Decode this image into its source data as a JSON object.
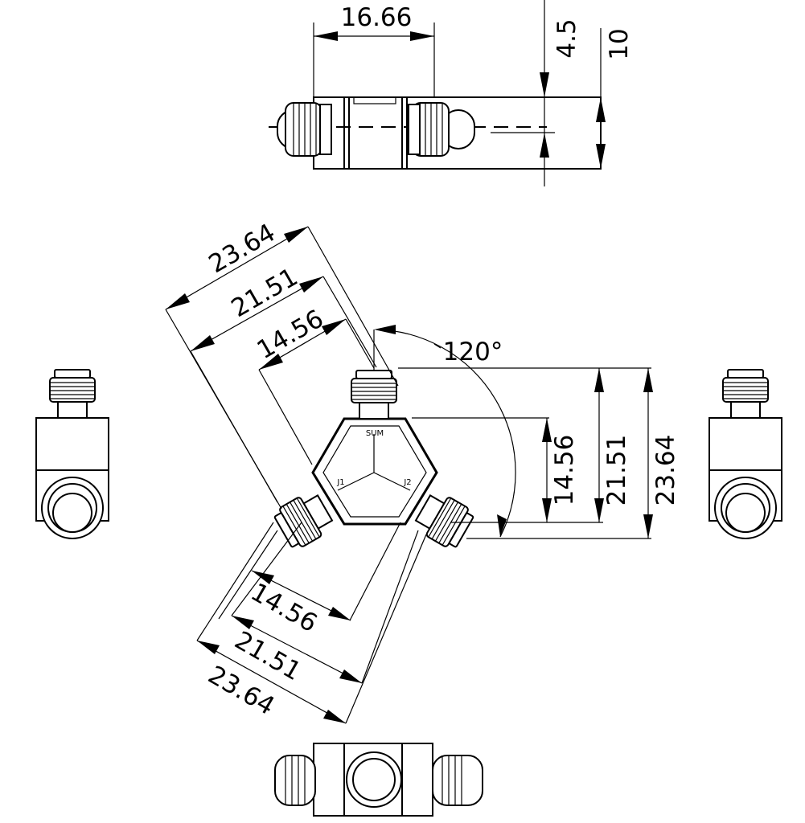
{
  "top_view": {
    "dim_width": "16.66",
    "dim_offset": "4.5",
    "dim_height": "10"
  },
  "main_view": {
    "radial_outer": "23.64",
    "radial_mid": "21.51",
    "radial_inner": "14.56",
    "angle": "120°",
    "right_inner": "14.56",
    "right_mid": "21.51",
    "right_outer": "23.64",
    "bottom_inner": "14.56",
    "bottom_mid": "21.51",
    "bottom_outer": "23.64",
    "port_sum": "SUM",
    "port_j1": "J1",
    "port_j2": "J2"
  }
}
